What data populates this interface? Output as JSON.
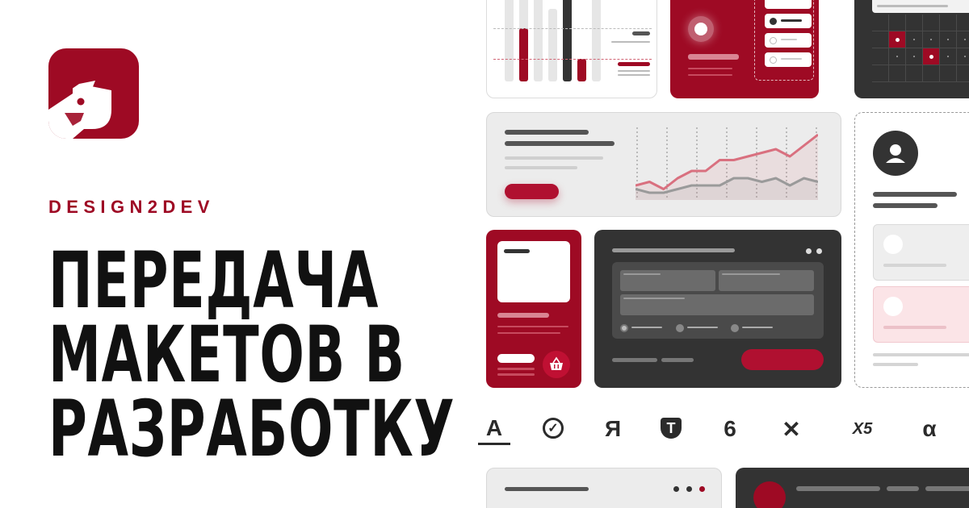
{
  "brand": "DESIGN2DEV",
  "headline": [
    "ПЕРЕДАЧА",
    "МАКЕТОВ В",
    "РАЗРАБОТКУ"
  ],
  "colors": {
    "brand_red": "#9e0a24",
    "dark": "#333333",
    "light": "#ececec",
    "chart_pink": "#d9707f",
    "chart_gray": "#9a9a9a"
  },
  "client_logos": [
    {
      "icon": "a-underline-icon",
      "glyph": "A"
    },
    {
      "icon": "check-circle-icon",
      "glyph": "✓"
    },
    {
      "icon": "yandex-icon",
      "glyph": "Я"
    },
    {
      "icon": "shield-t-icon",
      "glyph": "T"
    },
    {
      "icon": "flame-icon",
      "glyph": "6"
    },
    {
      "icon": "running-man-icon",
      "glyph": "✕"
    },
    {
      "icon": "x5-icon",
      "glyph": "X5"
    },
    {
      "icon": "alpha-icon",
      "glyph": "α"
    }
  ],
  "chart_data": {
    "type": "line",
    "series": [
      {
        "values": [
          2,
          3,
          1,
          4,
          6,
          6,
          9,
          9,
          10,
          11,
          12,
          10,
          13,
          16
        ]
      },
      {
        "values": [
          1,
          0,
          0,
          1,
          2,
          2,
          2,
          4,
          4,
          3,
          4,
          2,
          4,
          3
        ]
      }
    ],
    "ylim": [
      -2,
      18
    ]
  }
}
